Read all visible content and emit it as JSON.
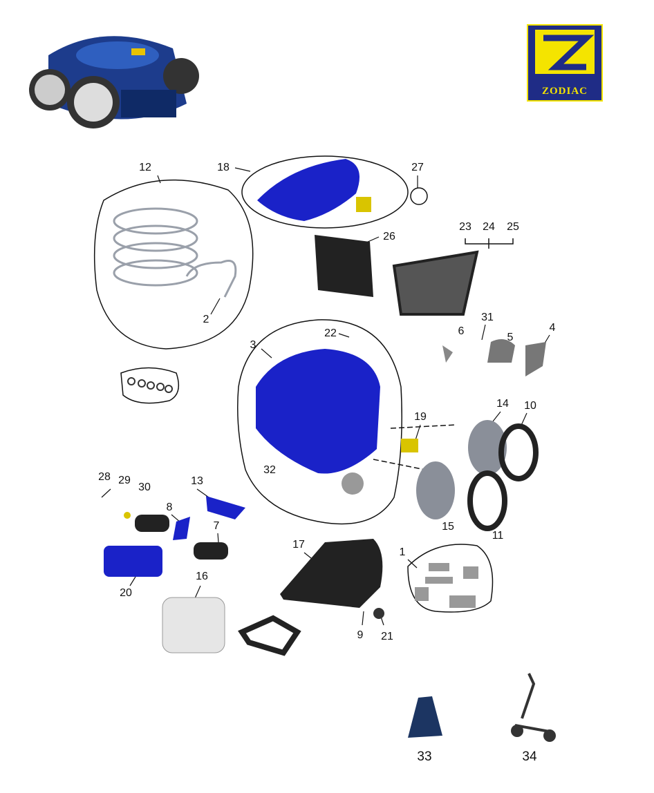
{
  "brand": {
    "name": "ZODIAC",
    "colors": {
      "blue": "#1f2c86",
      "yellow": "#f4e400"
    }
  },
  "callouts": [
    "1",
    "2",
    "3",
    "4",
    "5",
    "6",
    "7",
    "8",
    "9",
    "10",
    "11",
    "12",
    "13",
    "14",
    "15",
    "16",
    "17",
    "18",
    "19",
    "20",
    "21",
    "22",
    "23",
    "24",
    "25",
    "26",
    "27",
    "28",
    "29",
    "30",
    "31",
    "32",
    "33",
    "34"
  ],
  "part_colors": {
    "body_blue": "#1a22c8",
    "dark": "#222222",
    "grey": "#8a8f99",
    "yellow": "#d9c400",
    "navy": "#1c3562"
  }
}
